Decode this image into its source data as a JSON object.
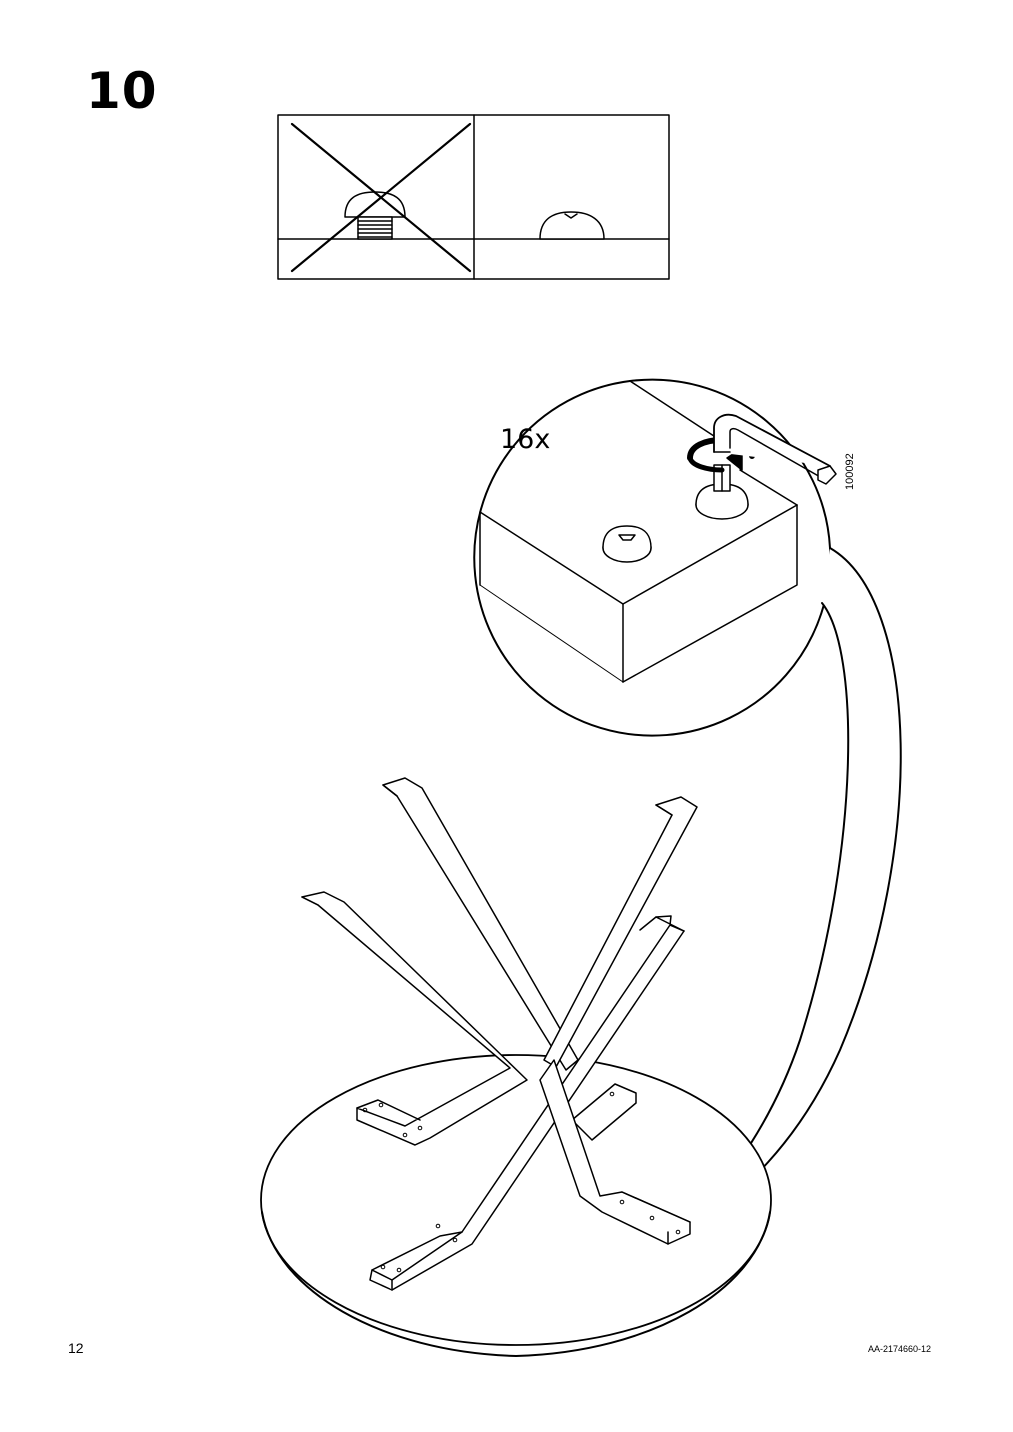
{
  "step": {
    "number": "10"
  },
  "callout": {
    "quantity": "16x",
    "part_number": "100092"
  },
  "footer": {
    "page_number": "12",
    "document_code": "AA-2174660-12"
  }
}
